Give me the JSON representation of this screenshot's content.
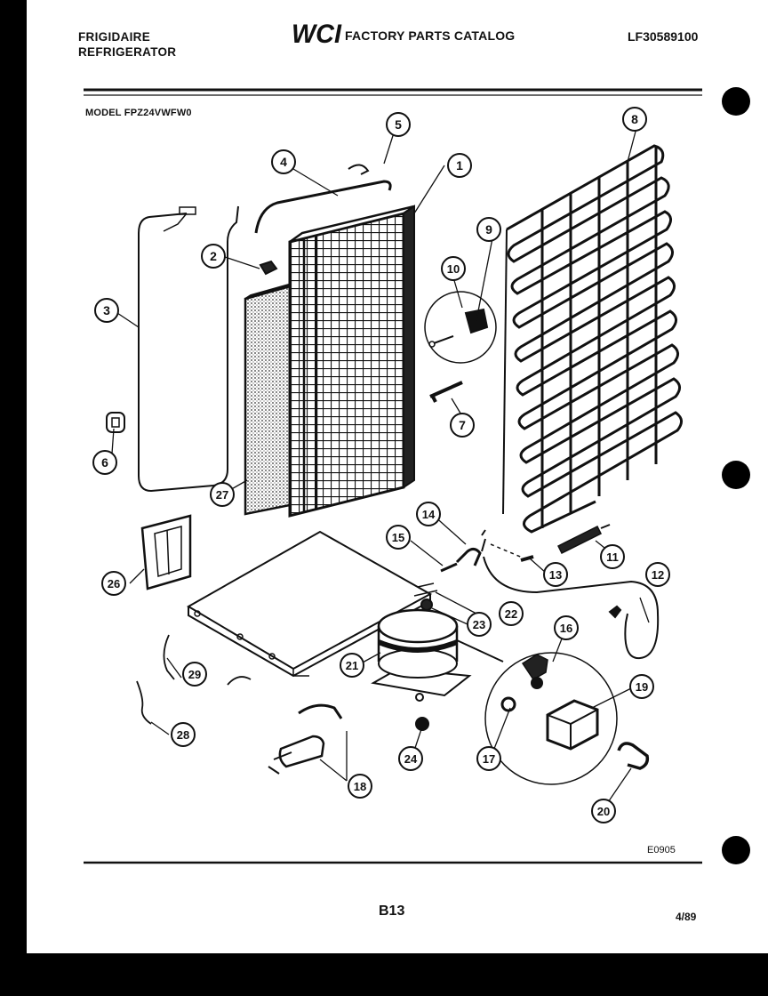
{
  "header": {
    "brand_line1": "FRIGIDAIRE",
    "brand_line2": "REFRIGERATOR",
    "logo_text": "WCI",
    "catalog_title": "FACTORY PARTS CATALOG",
    "part_number": "LF30589100"
  },
  "model_label": "MODEL FPZ24VWFW0",
  "callouts": [
    "1",
    "2",
    "3",
    "4",
    "5",
    "6",
    "7",
    "8",
    "9",
    "10",
    "11",
    "12",
    "13",
    "14",
    "15",
    "16",
    "17",
    "18",
    "19",
    "20",
    "21",
    "22",
    "23",
    "24",
    "26",
    "27",
    "28",
    "29"
  ],
  "footer": {
    "drawing_code": "E0905",
    "page_number": "B13",
    "date": "4/89"
  },
  "colors": {
    "ink": "#111111",
    "paper": "#ffffff",
    "background": "#000000"
  }
}
